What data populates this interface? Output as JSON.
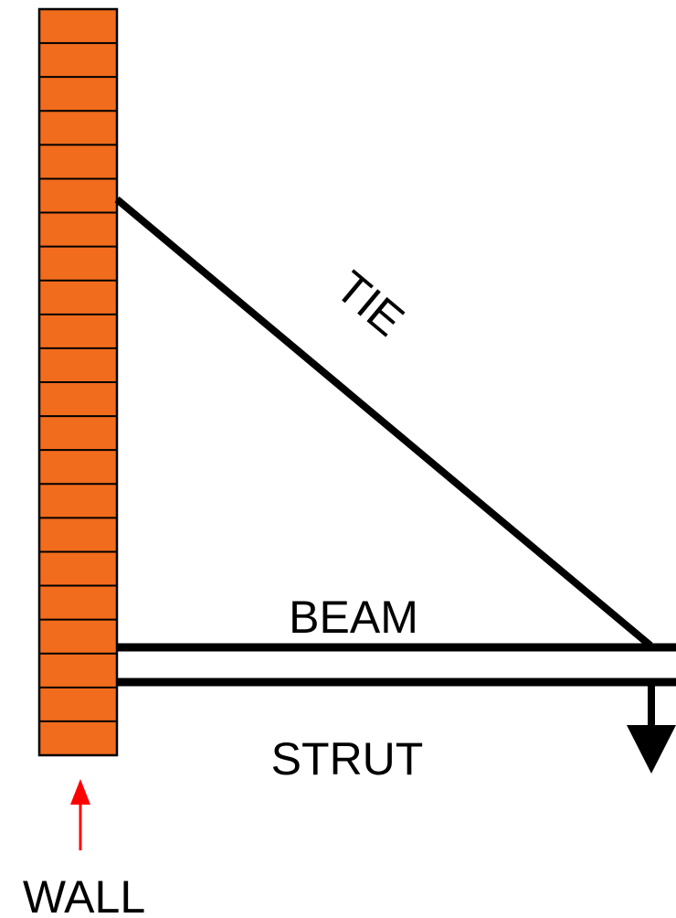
{
  "diagram": {
    "labels": {
      "tie": "TIE",
      "beam": "BEAM",
      "strut": "STRUT",
      "wall": "WALL"
    },
    "colors": {
      "wall_fill": "#f26c1d",
      "line": "#000000",
      "pointer_arrow": "#ff0000",
      "background": "#ffffff"
    },
    "icons": {
      "load": "down-arrow-icon",
      "wall_pointer": "up-arrow-icon"
    }
  }
}
